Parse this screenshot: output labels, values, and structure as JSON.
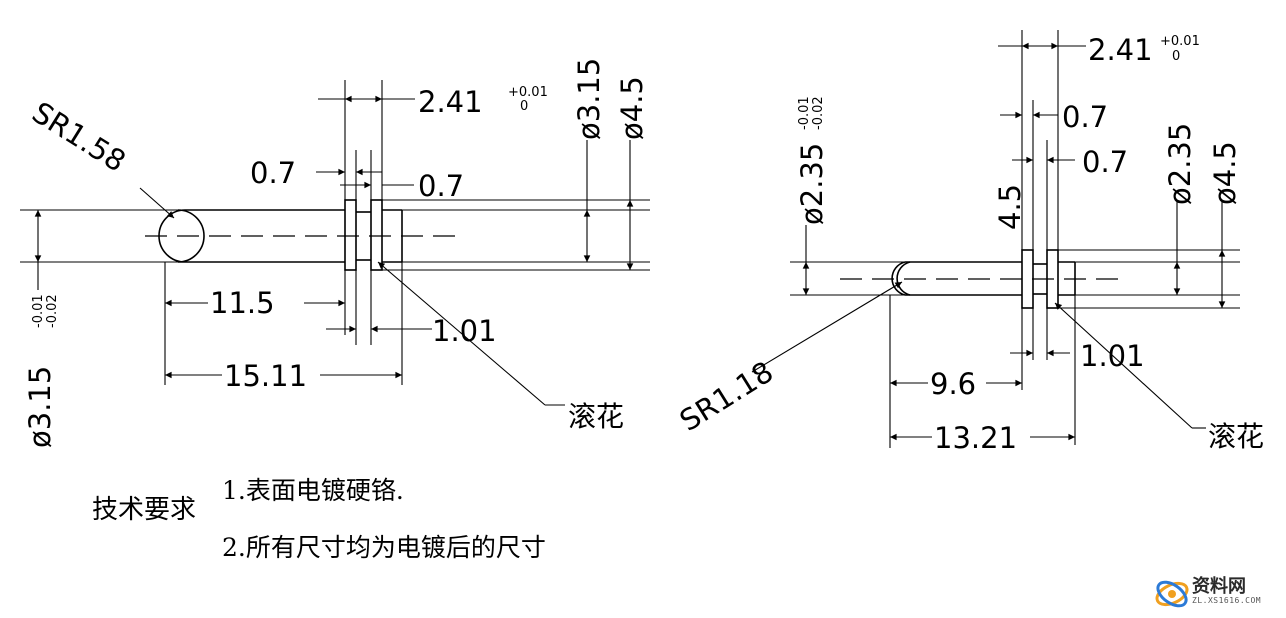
{
  "left_view": {
    "dim_sr": "SR1.58",
    "dim_top_width": "2.41",
    "dim_top_tol_upper": "+0.01",
    "dim_top_tol_lower": "0",
    "dim_small_left": "0.7",
    "dim_small_right": "0.7",
    "dim_dia_inner": "ø3.15",
    "dim_dia_outer": "ø4.5",
    "dim_dia_left": "ø3.15",
    "dim_dia_left_tol_upper": "-0.01",
    "dim_dia_left_tol_lower": "-0.02",
    "dim_len_1": "11.5",
    "dim_gap": "1.01",
    "dim_len_total": "15.11",
    "label_knurl": "滚花"
  },
  "right_view": {
    "dim_top_width": "2.41",
    "dim_top_tol_upper": "+0.01",
    "dim_top_tol_lower": "0",
    "dim_small_1": "0.7",
    "dim_small_2": "0.7",
    "dim_dia_left": "ø2.35",
    "dim_dia_left_tol_upper": "-0.01",
    "dim_dia_left_tol_lower": "-0.02",
    "dim_vertical": "4.5",
    "dim_dia_inner": "ø2.35",
    "dim_dia_outer": "ø4.5",
    "dim_sr": "SR1.18",
    "dim_gap": "1.01",
    "dim_len_1": "9.6",
    "dim_len_total": "13.21",
    "label_knurl": "滚花"
  },
  "notes": {
    "title": "技术要求",
    "item_1": "1.表面电镀硬铬.",
    "item_2": "2.所有尺寸均为电镀后的尺寸"
  },
  "watermark": {
    "text_cn": "资料网",
    "text_en": "ZL.XS1616.COM"
  }
}
